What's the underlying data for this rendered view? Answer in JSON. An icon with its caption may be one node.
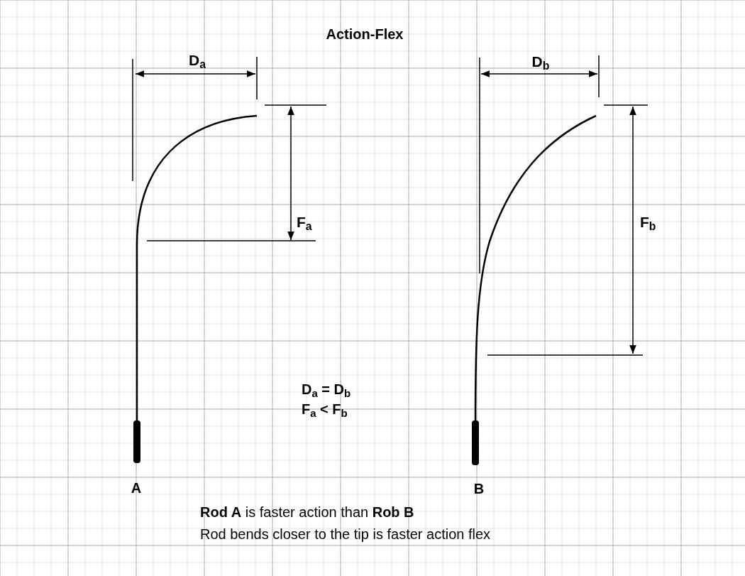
{
  "diagram": {
    "title": "Action-Flex",
    "labels": [
      "D$_{a}$",
      "D$_{b}$",
      "F$_{a}$",
      "F$_{b}$",
      "D$_{a}$ = D$_{b}$",
      "F$_{a}$ < F$_{b}$",
      "A",
      "B",
      "**Rod A** is faster action than **Rob B**",
      "Rod bends closer to the tip is faster action flex"
    ]
  }
}
